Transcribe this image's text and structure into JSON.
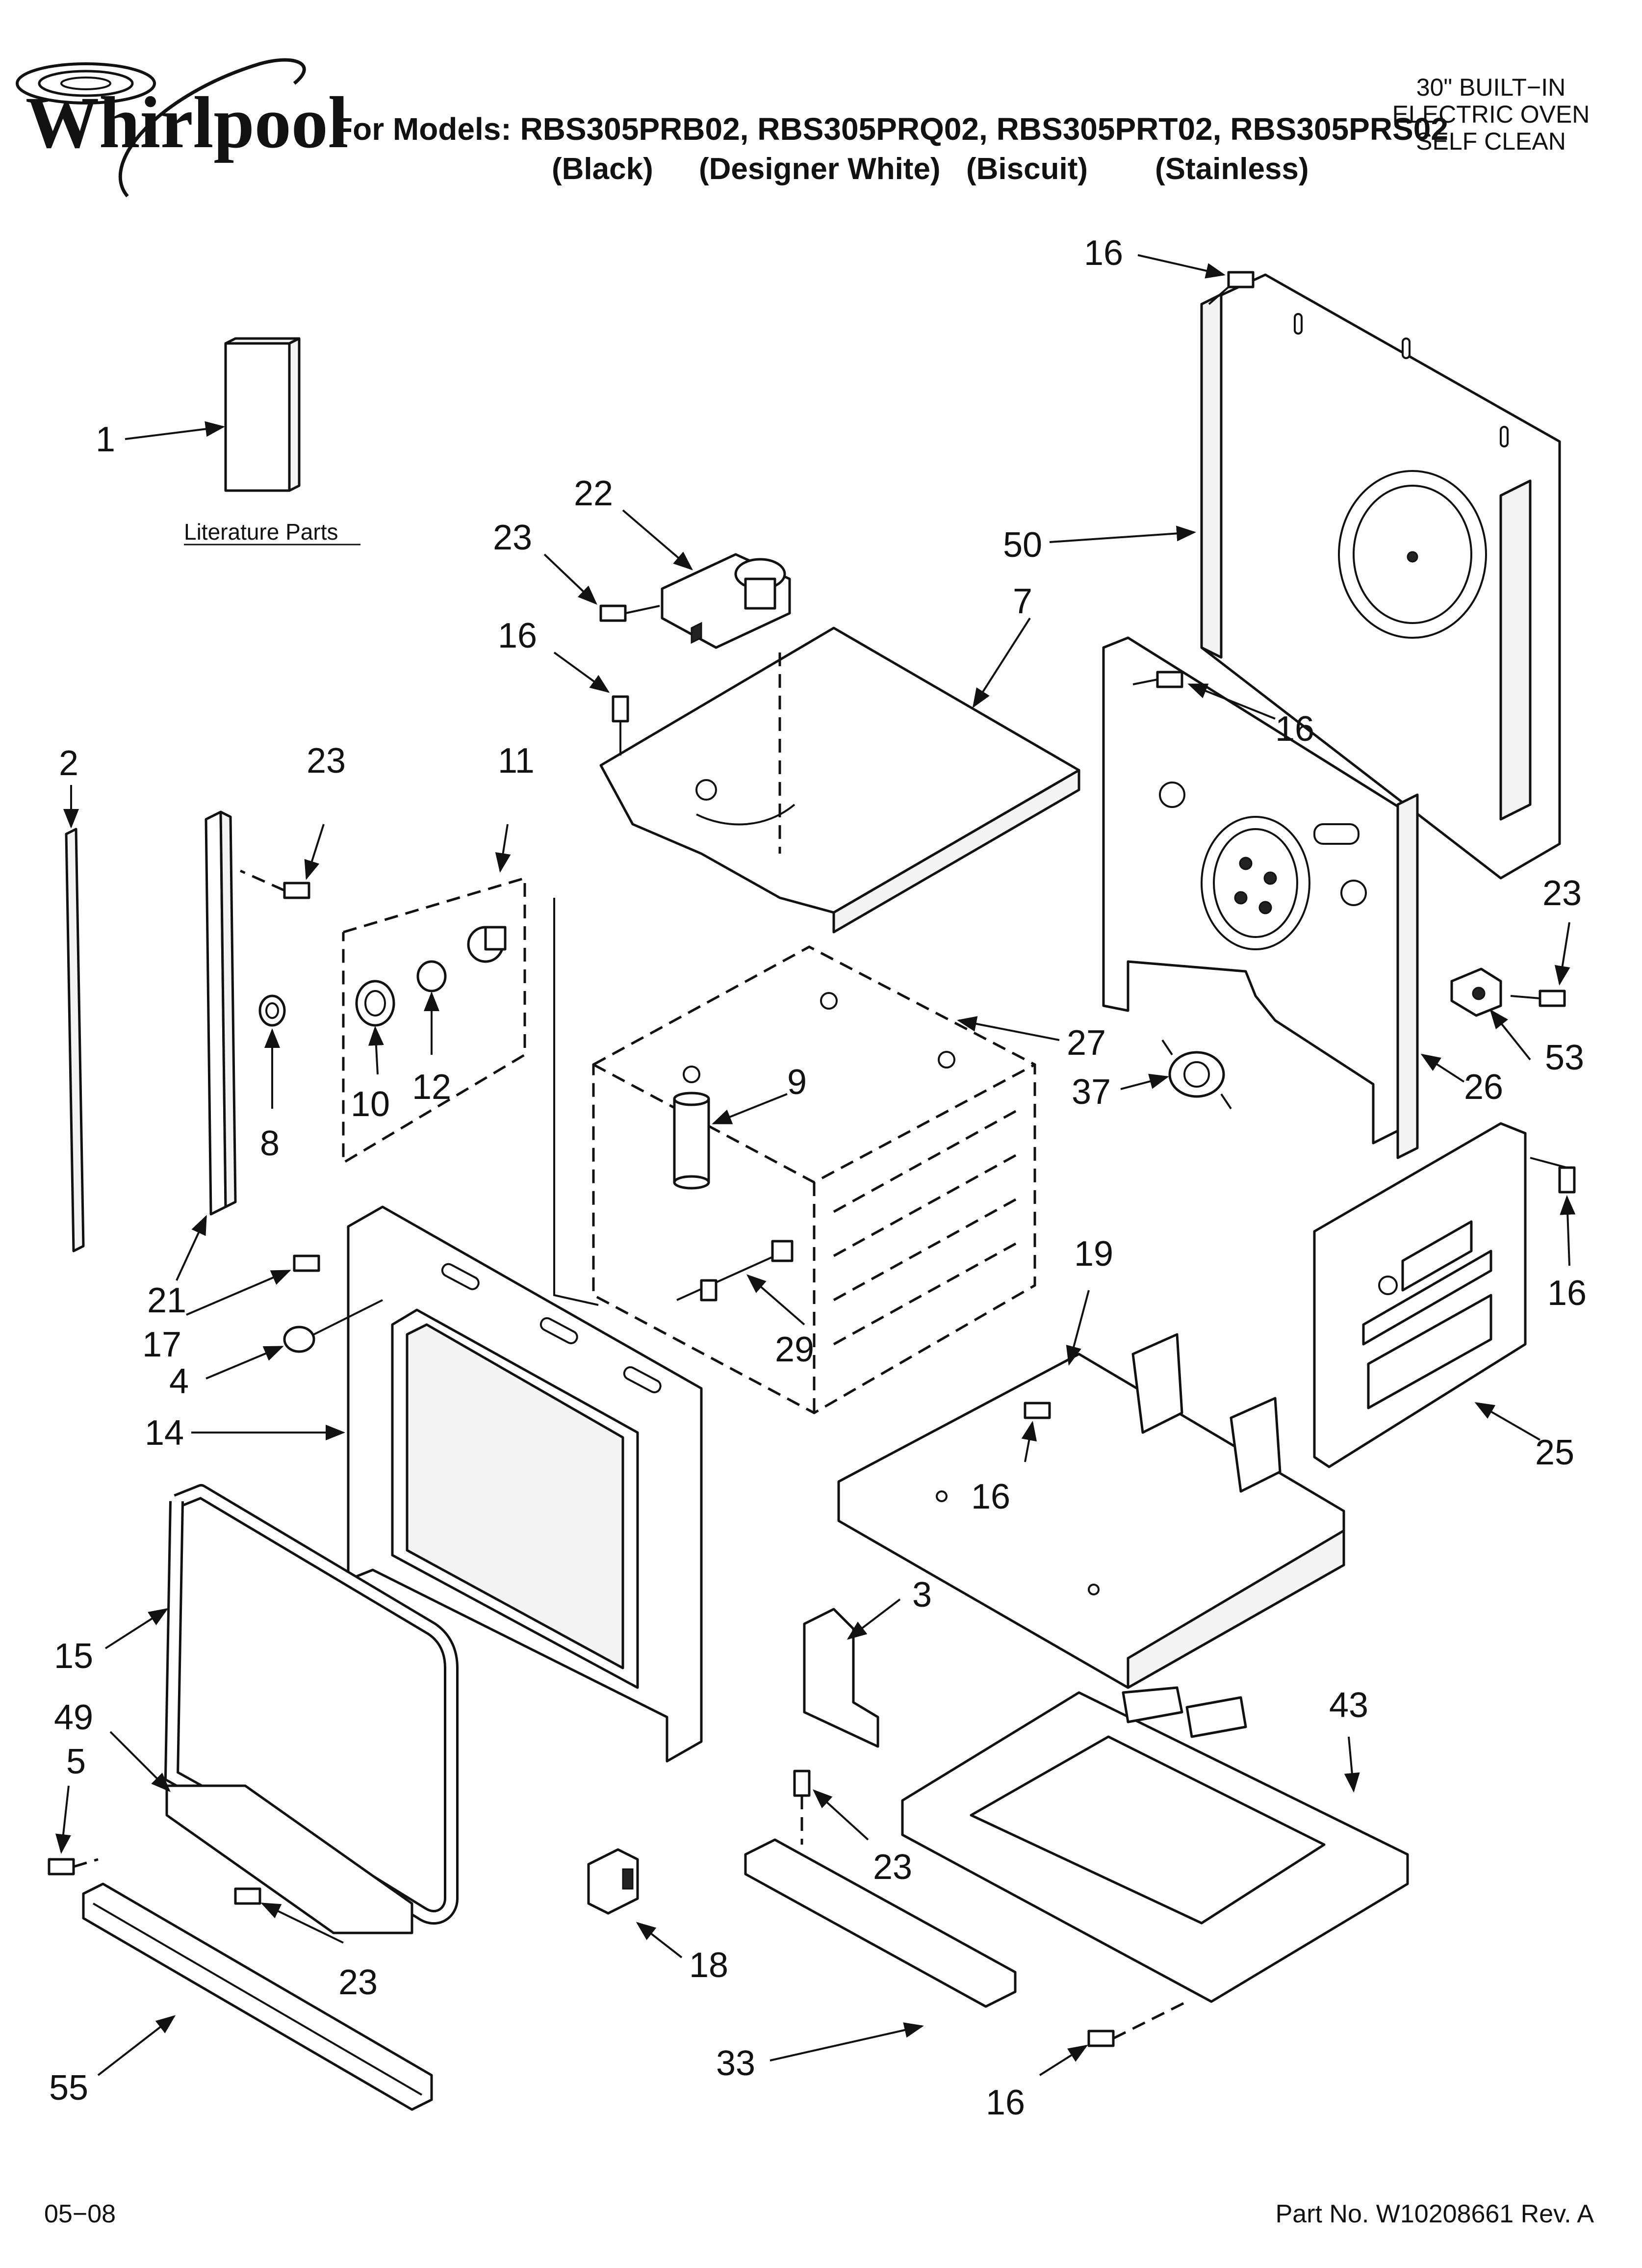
{
  "brand": {
    "name": "Whirlpool"
  },
  "header": {
    "models_line": "For Models: RBS305PRB02, RBS305PRQ02, RBS305PRT02, RBS305PRS02",
    "variants": [
      "(Black)",
      "(Designer White)",
      "(Biscuit)",
      "(Stainless)"
    ],
    "title_lines": [
      "30\" BUILT−IN",
      "ELECTRIC OVEN",
      "SELF CLEAN"
    ]
  },
  "literature_label": "Literature Parts",
  "callouts": {
    "c1": "1",
    "c2": "2",
    "c3": "3",
    "c4": "4",
    "c5": "5",
    "c7": "7",
    "c8": "8",
    "c9": "9",
    "c10": "10",
    "c11": "11",
    "c12": "12",
    "c14": "14",
    "c15": "15",
    "c16a": "16",
    "c16b": "16",
    "c16c": "16",
    "c16d": "16",
    "c16e": "16",
    "c16f": "16",
    "c17": "17",
    "c18": "18",
    "c19": "19",
    "c21": "21",
    "c22": "22",
    "c23a": "23",
    "c23b": "23",
    "c23c": "23",
    "c23d": "23",
    "c23e": "23",
    "c25": "25",
    "c26": "26",
    "c27": "27",
    "c29": "29",
    "c33": "33",
    "c37": "37",
    "c43": "43",
    "c49": "49",
    "c50": "50",
    "c53": "53",
    "c55": "55"
  },
  "footer": {
    "date": "05−08",
    "part_no": "Part No. W10208661 Rev. A"
  }
}
